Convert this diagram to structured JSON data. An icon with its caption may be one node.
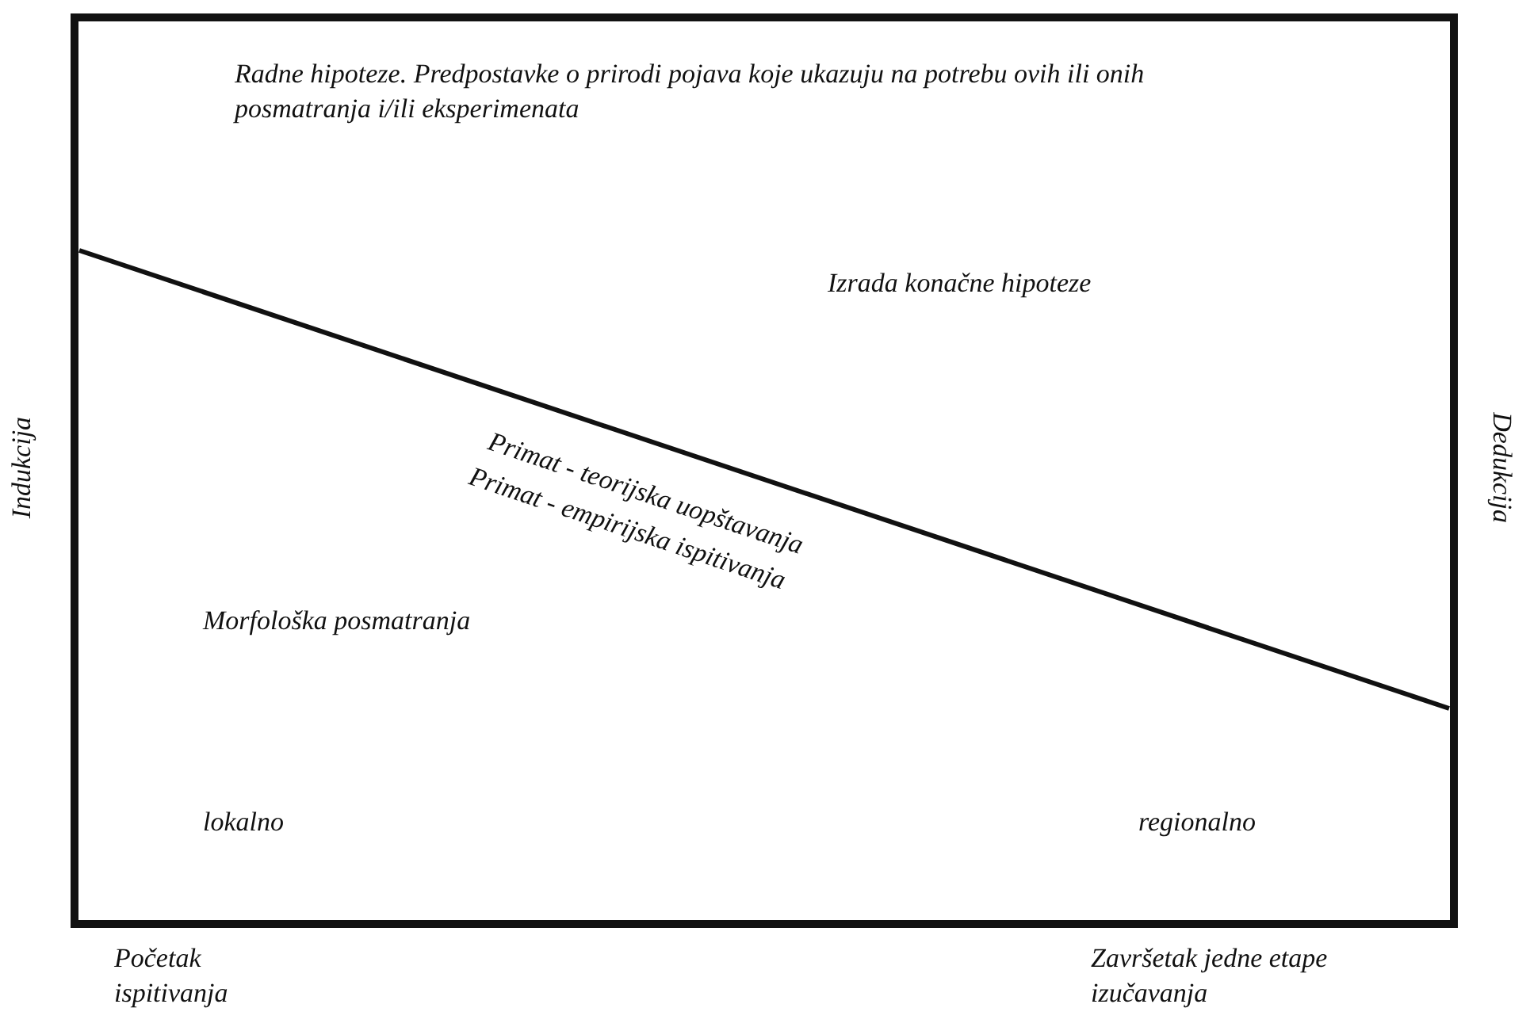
{
  "diagram": {
    "labels": [
      "Radne hipoteze. Predpostavke o prirodi pojava koje ukazuju na potrebu ovih ili onih posmatranja i/ili eksperimenata",
      "Izrada konačne hipoteze",
      "Indukcija",
      "Primat - teorijska uopštavanja",
      "Primat - empirijska ispitivanja",
      "Dedukcija",
      "Morfološka posmatranja",
      "lokalno",
      "regionalno",
      "Početak ispitivanja",
      "Završetak jedne etape izučavanja"
    ]
  }
}
